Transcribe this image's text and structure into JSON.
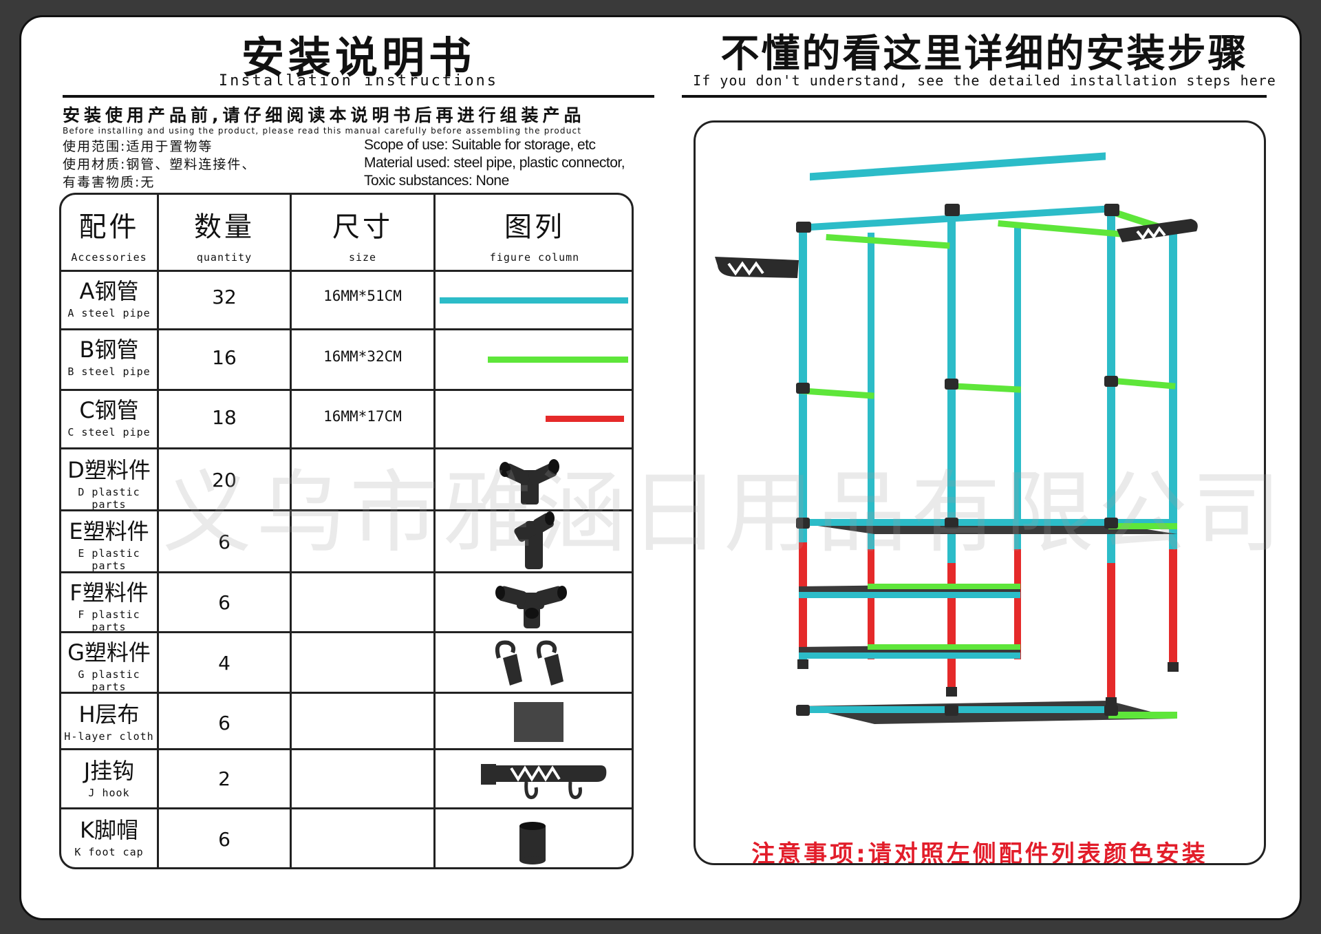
{
  "left_header": {
    "title_cn": "安装说明书",
    "title_en": "Installation instructions"
  },
  "right_header": {
    "title_cn": "不懂的看这里详细的安装步骤",
    "title_en": "If you don't understand, see the detailed installation steps here"
  },
  "intro": {
    "line_cn": "安装使用产品前,请仔细阅读本说明书后再进行组装产品",
    "line_en": "Before installing and using the product, please read this manual carefully before assembling the product",
    "scope_cn": "使用范围:适用于置物等",
    "material_cn": "使用材质:钢管、塑料连接件、",
    "toxic_cn": "有毒害物质:无",
    "scope_en": "Scope of use: Suitable for storage, etc",
    "material_en": "Material used: steel pipe, plastic connector,",
    "toxic_en": "Toxic substances: None"
  },
  "table": {
    "headers": [
      {
        "cn": "配件",
        "en": "Accessories"
      },
      {
        "cn": "数量",
        "en": "quantity"
      },
      {
        "cn": "尺寸",
        "en": "size"
      },
      {
        "cn": "图列",
        "en": "figure column"
      }
    ],
    "rows": [
      {
        "cn": "A钢管",
        "en": "A steel pipe",
        "qty": "32",
        "size": "16MM*51CM",
        "figure": "cyan-pipe"
      },
      {
        "cn": "B钢管",
        "en": "B steel pipe",
        "qty": "16",
        "size": "16MM*32CM",
        "figure": "green-pipe"
      },
      {
        "cn": "C钢管",
        "en": "C steel pipe",
        "qty": "18",
        "size": "16MM*17CM",
        "figure": "red-pipe"
      },
      {
        "cn": "D塑料件",
        "en": "D plastic parts",
        "qty": "20",
        "size": "",
        "figure": "three-way-connector"
      },
      {
        "cn": "E塑料件",
        "en": "E plastic parts",
        "qty": "6",
        "size": "",
        "figure": "tee-connector"
      },
      {
        "cn": "F塑料件",
        "en": "F plastic parts",
        "qty": "6",
        "size": "",
        "figure": "four-way-connector"
      },
      {
        "cn": "G塑料件",
        "en": "G plastic parts",
        "qty": "4",
        "size": "",
        "figure": "hook-clips"
      },
      {
        "cn": "H层布",
        "en": "H-layer cloth",
        "qty": "6",
        "size": "",
        "figure": "cloth-panel"
      },
      {
        "cn": "J挂钩",
        "en": "J hook",
        "qty": "2",
        "size": "",
        "figure": "side-hook"
      },
      {
        "cn": "K脚帽",
        "en": "K foot cap",
        "qty": "6",
        "size": "",
        "figure": "foot-cap"
      }
    ]
  },
  "watermark": "义乌市雅涵日用品有限公司",
  "notice": "注意事项:请对照左侧配件列表颜色安装",
  "colors": {
    "cyan_pipe": "#2cbcc8",
    "green_pipe": "#5ee63a",
    "red_pipe": "#e52a2a",
    "connector": "#2b2b2b",
    "notice": "#e21d2a"
  }
}
